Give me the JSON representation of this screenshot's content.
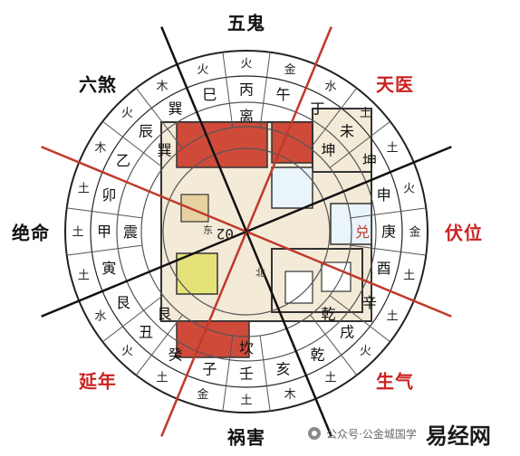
{
  "center_label": "02",
  "stars": [
    {
      "text": "五鬼",
      "dir": "N",
      "color": "black"
    },
    {
      "text": "天医",
      "dir": "NE",
      "color": "red"
    },
    {
      "text": "伏位",
      "dir": "E",
      "color": "red"
    },
    {
      "text": "生气",
      "dir": "SE",
      "color": "red"
    },
    {
      "text": "祸害",
      "dir": "S",
      "color": "black"
    },
    {
      "text": "延年",
      "dir": "SW",
      "color": "red"
    },
    {
      "text": "绝命",
      "dir": "W",
      "color": "black"
    },
    {
      "text": "六煞",
      "dir": "NW",
      "color": "black"
    }
  ],
  "outer_ring": [
    "火",
    "金",
    "水",
    "土",
    "土",
    "火",
    "金",
    "土",
    "土",
    "火",
    "土",
    "木",
    "土",
    "金",
    "土",
    "火",
    "水",
    "土",
    "土",
    "土",
    "木",
    "火",
    "木",
    "火"
  ],
  "middle_ring": [
    "丙",
    "午",
    "丁",
    "未",
    "坤",
    "申",
    "庚",
    "酉",
    "辛",
    "戌",
    "乾",
    "亥",
    "壬",
    "子",
    "癸",
    "丑",
    "艮",
    "寅",
    "甲",
    "卯",
    "乙",
    "辰",
    "巽",
    "巳"
  ],
  "trigrams": [
    "离",
    "坤",
    "兑",
    "乾",
    "坎",
    "艮",
    "震",
    "巽"
  ],
  "floorplan_labels": [
    "北",
    "东"
  ],
  "watermark": {
    "text": "公众号·公金城国学",
    "site": "易经网"
  },
  "colors": {
    "black_star": "#111111",
    "red_star": "#cc2222",
    "dial_line": "#444444",
    "red_wall": "#c0392b",
    "floor": "#f3ead8",
    "sofa": "#e6e27a"
  }
}
